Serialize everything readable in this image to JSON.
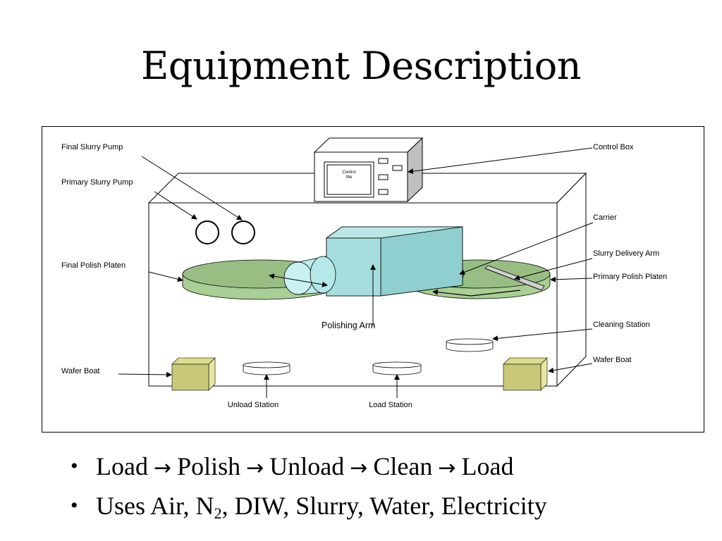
{
  "slide": {
    "title": "Equipment Description"
  },
  "diagram": {
    "labels": {
      "final_slurry_pump": "Final Slurry Pump",
      "primary_slurry_pump": "Primary Slurry Pump",
      "final_polish_platen": "Final Polish Platen",
      "wafer_boat_left": "Wafer Boat",
      "unload_station": "Unload Station",
      "load_station": "Load Station",
      "polishing_arm": "Polishing Arm",
      "control_box": "Control Box",
      "carrier": "Carrier",
      "slurry_delivery_arm": "Slurry Delivery Arm",
      "primary_polish_platen": "Primary Polish Platen",
      "cleaning_station": "Cleaning Station",
      "wafer_boat_right": "Wafer Boat",
      "control_screen_line1": "Control",
      "control_screen_line2": "Me"
    },
    "colors": {
      "platen_green": "#a9cf94",
      "platen_top": "#98be84",
      "arm_blue": "#a6dede",
      "arm_side": "#8fcfcf",
      "boat_yellow": "#c8c878",
      "boat_top": "#dcdc8c",
      "control_box_side": "#c0c0c0"
    }
  },
  "bullets": {
    "line1": {
      "items": [
        "Load",
        "Polish",
        "Unload",
        "Clean",
        "Load"
      ],
      "arrow": "→"
    },
    "line2": {
      "prefix": "Uses Air, N",
      "subscript": "2",
      "suffix": ", DIW, Slurry, Water, Electricity"
    }
  }
}
